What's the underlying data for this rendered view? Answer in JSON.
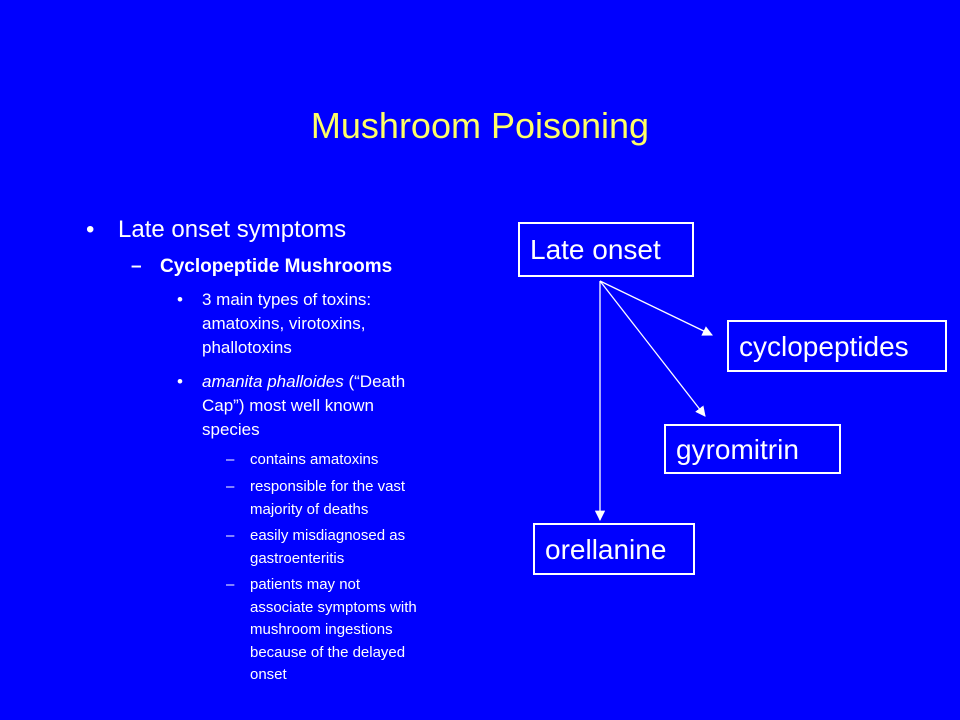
{
  "slide": {
    "title": "Mushroom Poisoning"
  },
  "bullets": {
    "level1": {
      "marker": "•",
      "text": "Late onset symptoms"
    },
    "level2": {
      "marker": "–",
      "text": "Cyclopeptide Mushrooms"
    },
    "level3": [
      {
        "marker": "•",
        "lines": [
          "3 main types of toxins:",
          "amatoxins, virotoxins,",
          "phallotoxins"
        ]
      },
      {
        "marker": "•",
        "italic": "amanita phalloides",
        "line1_rest": " (“Death",
        "lines_rest": [
          "Cap”) most well known",
          "species"
        ]
      }
    ],
    "level4": [
      {
        "marker": "–",
        "lines": [
          "contains amatoxins"
        ]
      },
      {
        "marker": "–",
        "lines": [
          "responsible for the vast",
          "majority of deaths"
        ]
      },
      {
        "marker": "–",
        "lines": [
          "easily misdiagnosed as",
          "gastroenteritis"
        ]
      },
      {
        "marker": "–",
        "lines": [
          "patients may not",
          "associate symptoms with",
          "mushroom ingestions",
          "because of the delayed",
          "onset"
        ]
      }
    ]
  },
  "diagram": {
    "root": "Late onset",
    "nodes": {
      "cyclopeptides": "cyclopeptides",
      "gyromitrin": "gyromitrin",
      "orellanine": "orellanine"
    },
    "colors": {
      "background": "#0000fe",
      "title": "#ffff66",
      "text": "#ffffff"
    }
  }
}
